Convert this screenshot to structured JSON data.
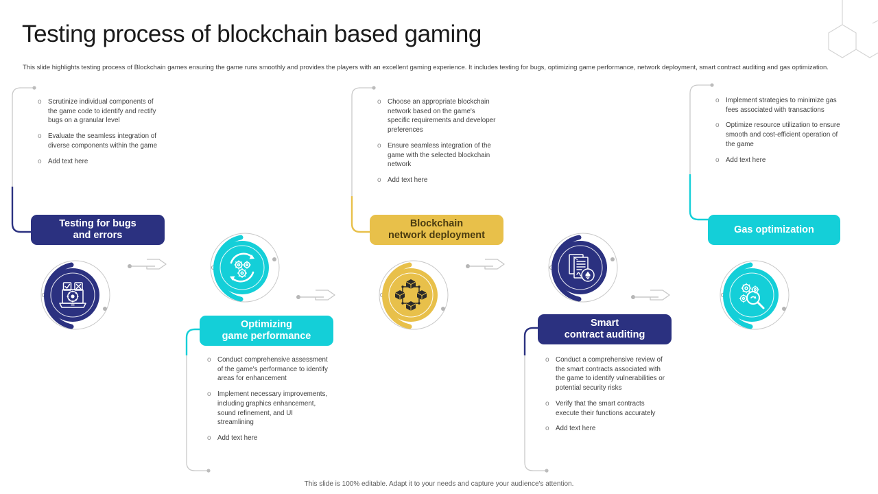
{
  "header": {
    "title": "Testing process of blockchain based gaming",
    "subtitle": "This slide highlights testing process of Blockchain games ensuring the game runs smoothly and provides the players with an excellent gaming experience. It includes testing for bugs, optimizing game performance, network deployment, smart contract auditing and gas optimization."
  },
  "footer": {
    "note": "This slide is 100% editable. Adapt it to your needs and capture your audience's attention."
  },
  "colors": {
    "navy": "#2b3180",
    "teal": "#14cfd8",
    "gold": "#e8c04a",
    "gold_text": "#4a3b10",
    "bracket_grey": "#c9c9c9",
    "body_text": "#3f3f3f",
    "bullet_mark": "#8a8a8a"
  },
  "steps": [
    {
      "id": "testing-for-bugs-and-errors",
      "label": "Testing for bugs\nand errors",
      "label_line1": "Testing for bugs",
      "label_line2": "and errors",
      "accent": "#2b3180",
      "position": "top",
      "icon": "laptop-gear-test-icon",
      "bullets": [
        "Scrutinize individual components of the game code to identify and rectify bugs on a granular level",
        "Evaluate the seamless integration of diverse components within the game",
        "Add text here"
      ]
    },
    {
      "id": "optimizing-game-performance",
      "label": "Optimizing\ngame performance",
      "label_line1": "Optimizing",
      "label_line2": "game performance",
      "accent": "#14cfd8",
      "position": "bottom",
      "icon": "gears-refresh-icon",
      "bullets": [
        "Conduct comprehensive assessment of the game's performance to identify areas for enhancement",
        "Implement necessary improvements, including graphics enhancement, sound refinement, and UI streamlining",
        "Add text here"
      ]
    },
    {
      "id": "blockchain-network-deployment",
      "label": "Blockchain\nnetwork deployment",
      "label_line1": "Blockchain",
      "label_line2": "network deployment",
      "accent": "#e8c04a",
      "position": "top",
      "icon": "blockchain-nodes-icon",
      "bullets": [
        "Choose an appropriate blockchain network based on the game's specific requirements and developer preferences",
        "Ensure seamless integration of the game with the selected blockchain network",
        "Add text here"
      ]
    },
    {
      "id": "smart-contract-auditing",
      "label": "Smart\ncontract auditing",
      "label_line1": "Smart",
      "label_line2": "contract auditing",
      "accent": "#2b3180",
      "position": "bottom",
      "icon": "contract-document-ethereum-icon",
      "bullets": [
        "Conduct a comprehensive review of the smart contracts associated with the game to identify vulnerabilities or potential security risks",
        "Verify that the smart contracts execute their functions accurately",
        "Add text here"
      ]
    },
    {
      "id": "gas-optimization",
      "label": "Gas optimization",
      "label_line1": "Gas optimization",
      "label_line2": "",
      "accent": "#14cfd8",
      "position": "top",
      "icon": "gears-magnifier-icon",
      "bullets": [
        "Implement strategies to minimize gas fees associated with transactions",
        "Optimize resource utilization to ensure smooth and cost-efficient operation of the game",
        "Add text here"
      ]
    }
  ]
}
